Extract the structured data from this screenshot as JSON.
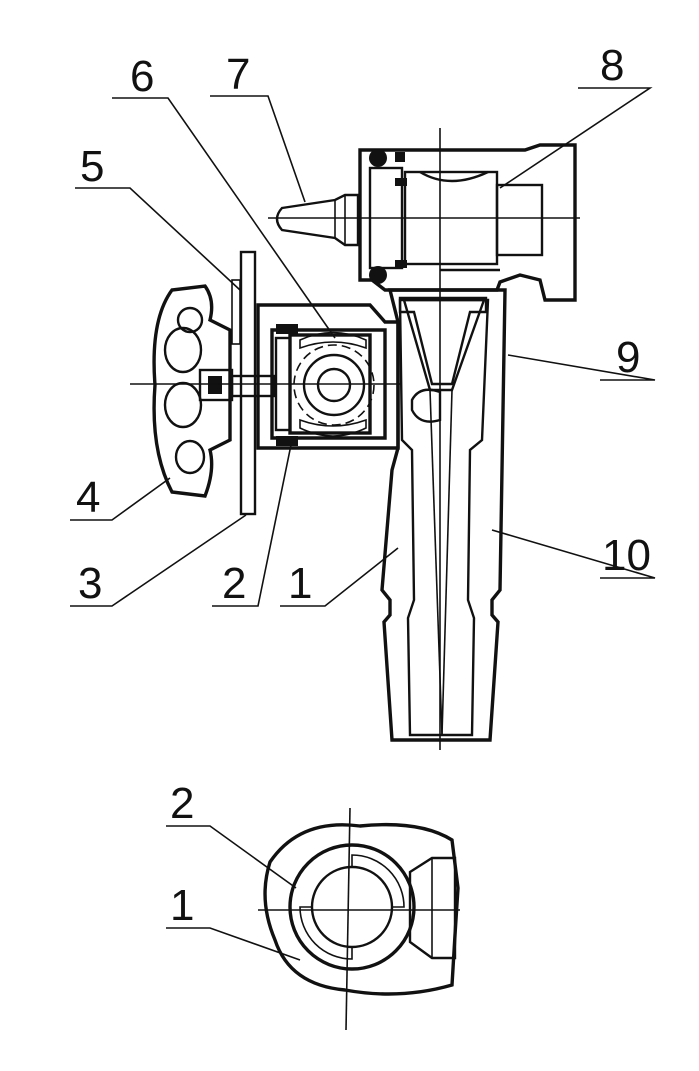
{
  "labels": {
    "l1": "1",
    "l2": "2",
    "l3": "3",
    "l4": "4",
    "l5": "5",
    "l6": "6",
    "l7": "7",
    "l8": "8",
    "l9": "9",
    "l10": "10",
    "s2": "2",
    "s1": "1"
  },
  "colors": {
    "ink": "#111111",
    "background": "#ffffff"
  }
}
